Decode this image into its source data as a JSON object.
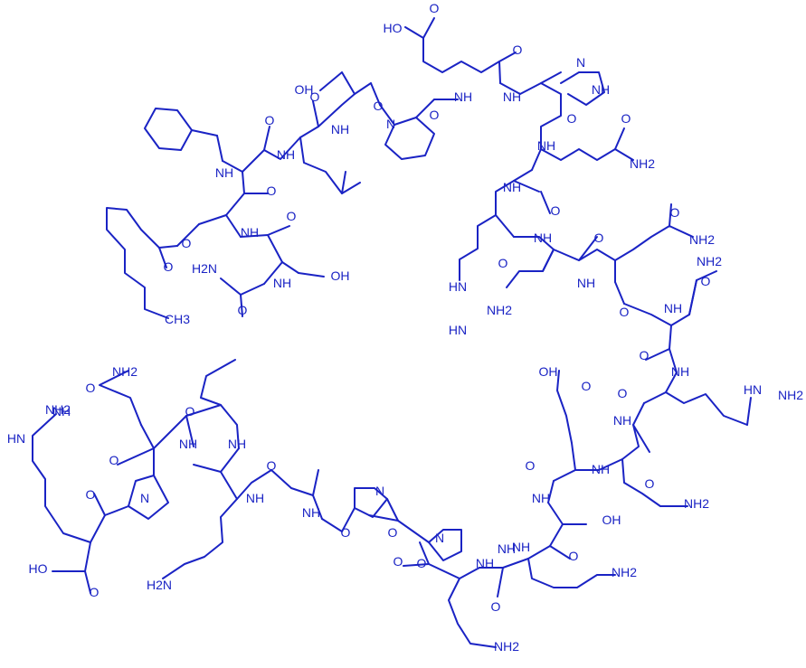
{
  "diagram": {
    "ink": "#1a23c4",
    "atoms": [
      {
        "id": "t_ho_glu1",
        "text": "HO"
      },
      {
        "id": "t_o_glu1a",
        "text": "O"
      },
      {
        "id": "t_o_glu1b",
        "text": "O"
      },
      {
        "id": "t_oh_ser2",
        "text": "OH"
      },
      {
        "id": "t_o_ser2",
        "text": "O"
      },
      {
        "id": "t_nh_his",
        "text": "NH"
      },
      {
        "id": "t_n_his",
        "text": "N"
      },
      {
        "id": "t_nh_glu1",
        "text": "NH"
      },
      {
        "id": "t_nh_his2",
        "text": "NH"
      },
      {
        "id": "t_n_pro1",
        "text": "N"
      },
      {
        "id": "t_o_pro1",
        "text": "O"
      },
      {
        "id": "t_o_leu1",
        "text": "O"
      },
      {
        "id": "t_nh_ser2",
        "text": "NH"
      },
      {
        "id": "t_o_phe",
        "text": "O"
      },
      {
        "id": "t_o_his",
        "text": "O"
      },
      {
        "id": "t_nh_leu1",
        "text": "NH"
      },
      {
        "id": "t_nh_gln1",
        "text": "NH"
      },
      {
        "id": "t_o_gln1sc",
        "text": "O"
      },
      {
        "id": "t_nh2_gln1",
        "text": "NH2"
      },
      {
        "id": "t_nh_phe",
        "text": "NH"
      },
      {
        "id": "t_o_ser3",
        "text": "O"
      },
      {
        "id": "t_nh_arg1",
        "text": "NH"
      },
      {
        "id": "t_o_gln1",
        "text": "O"
      },
      {
        "id": "t_o_oct",
        "text": "O"
      },
      {
        "id": "t_nh_ser3",
        "text": "NH"
      },
      {
        "id": "t_o_gly",
        "text": "O"
      },
      {
        "id": "t_o_gln2sc",
        "text": "O"
      },
      {
        "id": "t_nh2_gln2",
        "text": "NH2"
      },
      {
        "id": "t_nh_val",
        "text": "NH"
      },
      {
        "id": "t_o_arg1",
        "text": "O"
      },
      {
        "id": "t_o_octc",
        "text": "O"
      },
      {
        "id": "t_h2n_gly",
        "text": "H2N"
      },
      {
        "id": "t_oh_ser3",
        "text": "OH"
      },
      {
        "id": "t_o_gly2",
        "text": "O"
      },
      {
        "id": "t_nh_gly",
        "text": "NH"
      },
      {
        "id": "t_ch3",
        "text": "CH3"
      },
      {
        "id": "t_hn_arg1",
        "text": "HN"
      },
      {
        "id": "t_nh2_arg1",
        "text": "NH2"
      },
      {
        "id": "t_hn_arg1b",
        "text": "HN"
      },
      {
        "id": "t_nh_gln2",
        "text": "NH"
      },
      {
        "id": "t_o_val",
        "text": "O"
      },
      {
        "id": "t_nh2_gln3",
        "text": "NH2"
      },
      {
        "id": "t_o_gln3sc",
        "text": "O"
      },
      {
        "id": "t_nh_gln3",
        "text": "NH"
      },
      {
        "id": "t_o_gln2",
        "text": "O"
      },
      {
        "id": "t_o_gln3",
        "text": "O"
      },
      {
        "id": "t_nh_arg2",
        "text": "NH"
      },
      {
        "id": "t_nh2_gln4",
        "text": "NH2"
      },
      {
        "id": "t_o_gln4sc",
        "text": "O"
      },
      {
        "id": "t_ho_glu2",
        "text": "OH"
      },
      {
        "id": "t_o_glu2",
        "text": "O"
      },
      {
        "id": "t_hn_arg2",
        "text": "HN"
      },
      {
        "id": "t_nh2_arg2",
        "text": "NH2"
      },
      {
        "id": "t_nh_leu2",
        "text": "NH"
      },
      {
        "id": "t_o_leu2",
        "text": "O"
      },
      {
        "id": "t_o_arg2",
        "text": "O"
      },
      {
        "id": "t_nh_lys1",
        "text": "NH"
      },
      {
        "id": "t_o_gln4",
        "text": "O"
      },
      {
        "id": "t_nh_arg2b",
        "text": "NH"
      },
      {
        "id": "t_nh2_arg3",
        "text": "NH2"
      },
      {
        "id": "t_hn_arg3",
        "text": "HN"
      },
      {
        "id": "t_nh_ala",
        "text": "NH"
      },
      {
        "id": "t_o_ala",
        "text": "O"
      },
      {
        "id": "t_nh_glu2",
        "text": "NH"
      },
      {
        "id": "t_o_glu2b",
        "text": "O"
      },
      {
        "id": "t_o_lys1",
        "text": "O"
      },
      {
        "id": "t_nh_lys2",
        "text": "NH"
      },
      {
        "id": "t_n_pro2",
        "text": "N"
      },
      {
        "id": "t_n_pro3",
        "text": "N"
      },
      {
        "id": "t_nh_arg3",
        "text": "NH"
      },
      {
        "id": "t_o_pro2",
        "text": "O"
      },
      {
        "id": "t_nh_pro4",
        "text": "NH"
      },
      {
        "id": "t_nh_lys3",
        "text": "NH"
      },
      {
        "id": "t_o_ser4",
        "text": "O"
      },
      {
        "id": "t_oh_ser4",
        "text": "OH"
      },
      {
        "id": "t_nh2_lys4",
        "text": "NH2"
      },
      {
        "id": "t_o_pro3",
        "text": "O"
      },
      {
        "id": "t_n_pro4",
        "text": "N"
      },
      {
        "id": "t_o_pro4",
        "text": "O"
      },
      {
        "id": "t_nh_lys5",
        "text": "NH"
      },
      {
        "id": "t_nh_ser4",
        "text": "NH"
      },
      {
        "id": "t_ho_arg",
        "text": "HO"
      },
      {
        "id": "t_o_arg3",
        "text": "O"
      },
      {
        "id": "t_h2n_lys1",
        "text": "H2N"
      },
      {
        "id": "t_o_lys5",
        "text": "O"
      },
      {
        "id": "t_nh2_lys6",
        "text": "NH2"
      },
      {
        "id": "t_o_argc",
        "text": "O"
      },
      {
        "id": "t_o_lys6",
        "text": "O"
      },
      {
        "id": "t_nh2_lys7",
        "text": "NH2"
      }
    ]
  }
}
